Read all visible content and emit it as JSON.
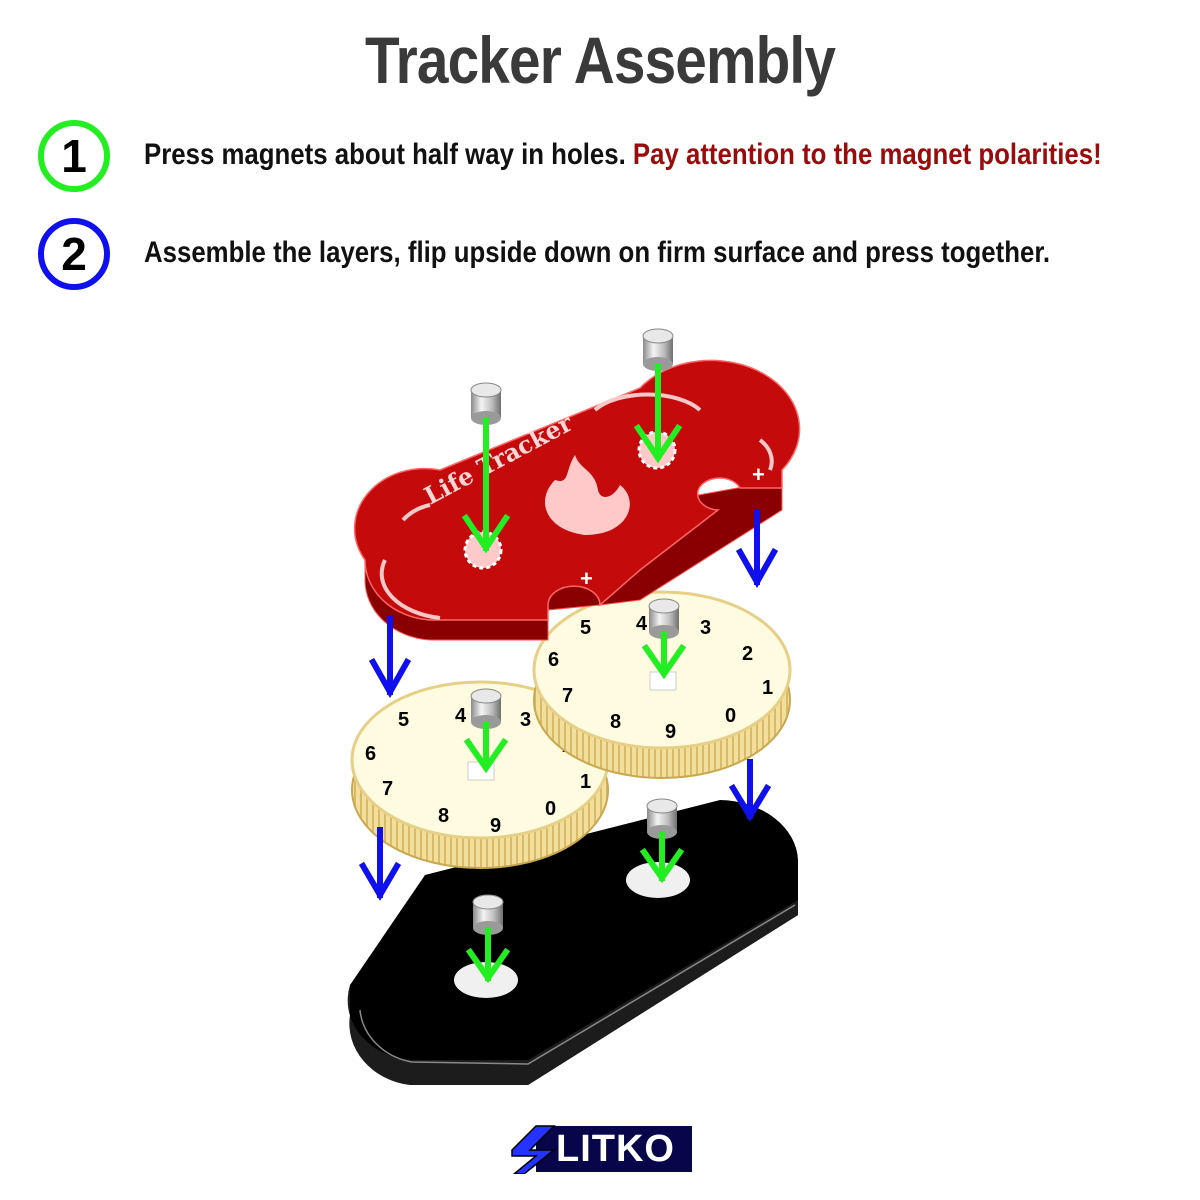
{
  "title": "Tracker Assembly",
  "steps": [
    {
      "number": "1",
      "text": "Press magnets about half way in holes. ",
      "warning": "Pay attention to the magnet polarities!",
      "ring_color": "#22ee22"
    },
    {
      "number": "2",
      "text": "Assemble the layers, flip upside down on firm surface and press together.",
      "ring_color": "#1010ee"
    }
  ],
  "diagram": {
    "top_plate_label": "Life Tracker",
    "dial_numbers": [
      "0",
      "1",
      "2",
      "3",
      "4",
      "5",
      "6",
      "7",
      "8",
      "9"
    ],
    "colors": {
      "top_plate": "#b00808",
      "dial": "#fffbe0",
      "base": "#000000",
      "magnet_arrow": "#22ee22",
      "layer_arrow": "#1010ee"
    }
  },
  "logo": {
    "text": "LITKO"
  }
}
